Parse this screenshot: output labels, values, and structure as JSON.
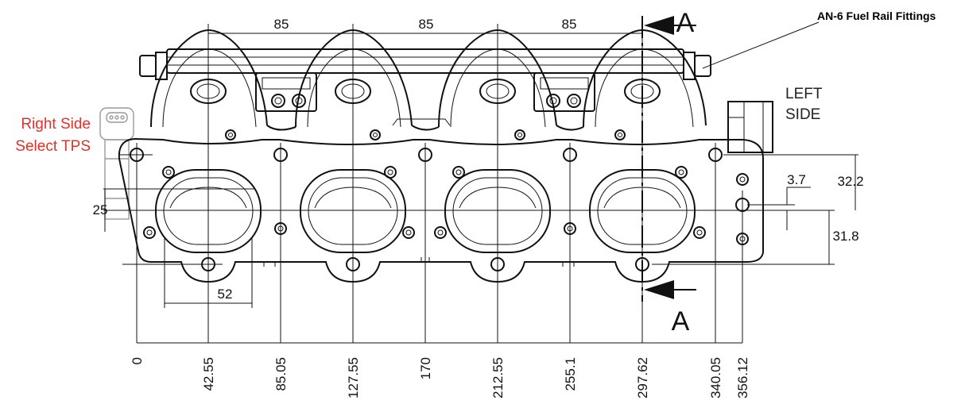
{
  "dimensions": {
    "pitch_label": "85",
    "pitch_labels": [
      "85",
      "85",
      "85"
    ],
    "port_width": "52",
    "port_height_left": "25",
    "offset_3_7": "3.7",
    "offset_32_2": "32.2",
    "offset_31_8": "31.8",
    "baseline": [
      "0",
      "42.55",
      "85.05",
      "127.55",
      "170",
      "212.55",
      "255.1",
      "297.62",
      "340.05",
      "356.12"
    ]
  },
  "section": {
    "top_label": "A",
    "bottom_label": "A"
  },
  "callouts": {
    "fuel_rail": "AN-6 Fuel Rail Fittings",
    "tps_line1": "Right Side",
    "tps_line2": "Select TPS",
    "left_side_line1": "LEFT",
    "left_side_line2": "SIDE"
  },
  "colors": {
    "line": "#111111",
    "accent_red": "#e0312b",
    "ghost": "#9a9a9a"
  }
}
